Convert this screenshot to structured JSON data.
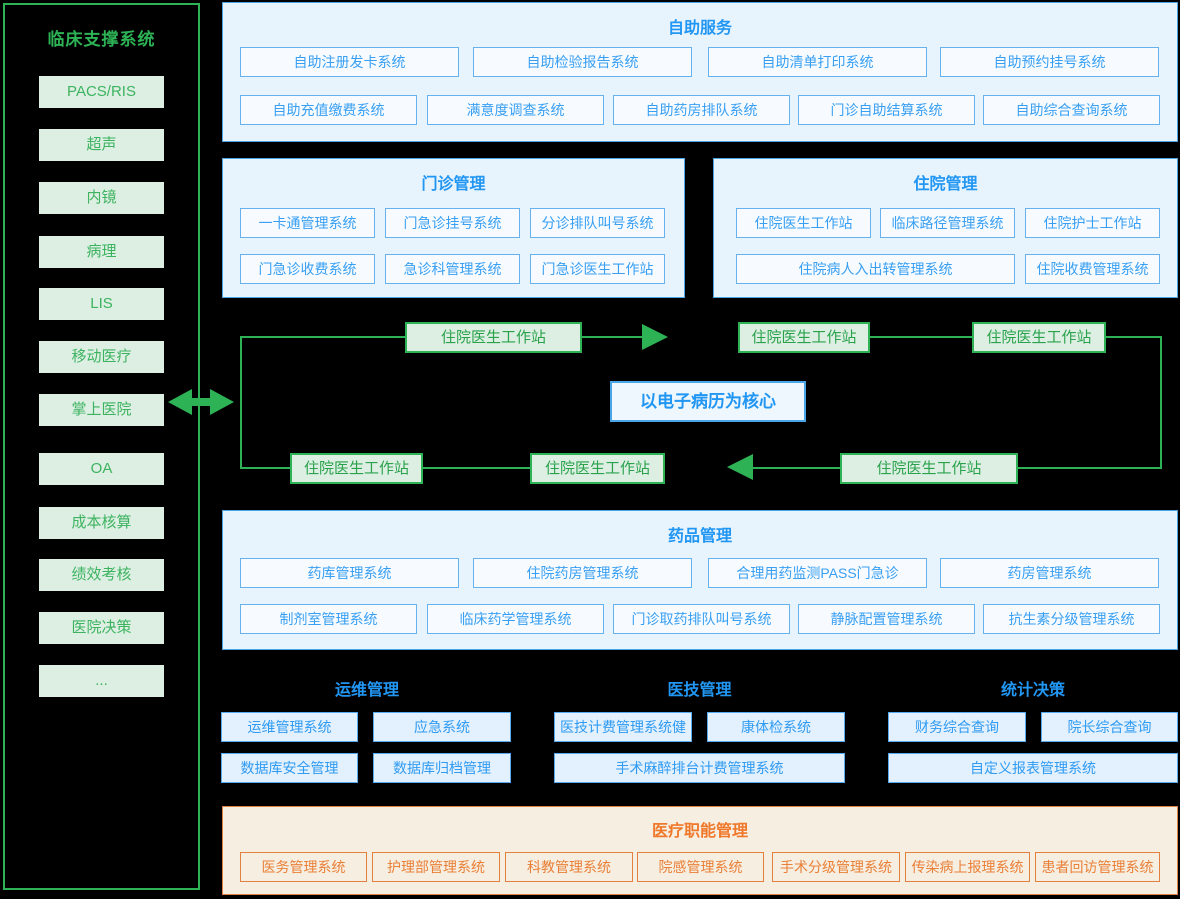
{
  "sidebar": {
    "title": "临床支撑系统",
    "items": [
      "PACS/RIS",
      "超声",
      "内镜",
      "病理",
      "LIS",
      "移动医疗",
      "掌上医院",
      "OA",
      "成本核算",
      "绩效考核",
      "医院决策",
      "..."
    ]
  },
  "selfService": {
    "title": "自助服务",
    "row1": [
      "自助注册发卡系统",
      "自助检验报告系统",
      "自助清单打印系统",
      "自助预约挂号系统"
    ],
    "row2": [
      "自助充值缴费系统",
      "满意度调查系统",
      "自助药房排队系统",
      "门诊自助结算系统",
      "自助综合查询系统"
    ]
  },
  "outpatient": {
    "title": "门诊管理",
    "row1": [
      "一卡通管理系统",
      "门急诊挂号系统",
      "分诊排队叫号系统"
    ],
    "row2": [
      "门急诊收费系统",
      "急诊科管理系统",
      "门急诊医生工作站"
    ]
  },
  "inpatient": {
    "title": "住院管理",
    "row1": [
      "住院医生工作站",
      "临床路径管理系统",
      "住院护士工作站"
    ],
    "row2": [
      "住院病人入出转管理系统",
      "住院收费管理系统"
    ]
  },
  "emrFlow": {
    "node": "住院医生工作站",
    "center": "以电子病历为核心"
  },
  "pharmacy": {
    "title": "药品管理",
    "row1": [
      "药库管理系统",
      "住院药房管理系统",
      "合理用药监测PASS门急诊",
      "药房管理系统"
    ],
    "row2": [
      "制剂室管理系统",
      "临床药学管理系统",
      "门诊取药排队叫号系统",
      "静脉配置管理系统",
      "抗生素分级管理系统"
    ]
  },
  "ops": {
    "title": "运维管理",
    "row1": [
      "运维管理系统",
      "应急系统"
    ],
    "row2": [
      "数据库安全管理",
      "数据库归档管理"
    ]
  },
  "medtech": {
    "title": "医技管理",
    "row1": [
      "医技计费管理系统健",
      "康体检系统"
    ],
    "row2": [
      "手术麻醉排台计费管理系统"
    ]
  },
  "stats": {
    "title": "统计决策",
    "row1": [
      "财务综合查询",
      "院长综合查询"
    ],
    "row2": [
      "自定义报表管理系统"
    ]
  },
  "medicalAdmin": {
    "title": "医疗职能管理",
    "items": [
      "医务管理系统",
      "护理部管理系统",
      "科教管理系统",
      "院感管理系统",
      "手术分级管理系统",
      "传染病上报理系统",
      "患者回访管理系统"
    ]
  },
  "colors": {
    "green": "#2db355",
    "green_light": "#dcefe2",
    "blue_title": "#2196f3",
    "blue_border": "#65b2ef",
    "blue_panel_bg": "#e8f4fd",
    "orange": "#e8823c",
    "orange_panel_bg": "#f5eee1",
    "background": "#000000"
  }
}
